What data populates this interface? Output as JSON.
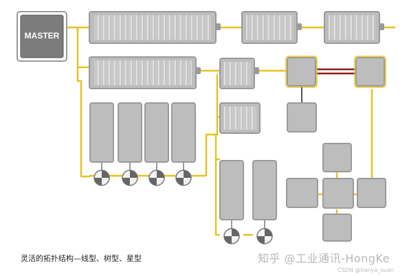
{
  "master": {
    "label": "MASTER"
  },
  "caption": "灵活的拓扑结构—线型、树型、星型",
  "watermark": {
    "main": "知乎 @工业通讯-HongKe",
    "sub": "CSDN @tianya_xuan"
  },
  "colors": {
    "master_fill": "#7c7c7c",
    "module_fill": "#bdbdbd",
    "module_border": "#9a9a9a",
    "line": "#e7c21c",
    "link_red": "#8b1a1a"
  },
  "icons": {
    "master": "master-controller-icon",
    "drive": "servo-drive-icon",
    "motor": "servo-motor-icon",
    "device": "slave-device-icon"
  }
}
